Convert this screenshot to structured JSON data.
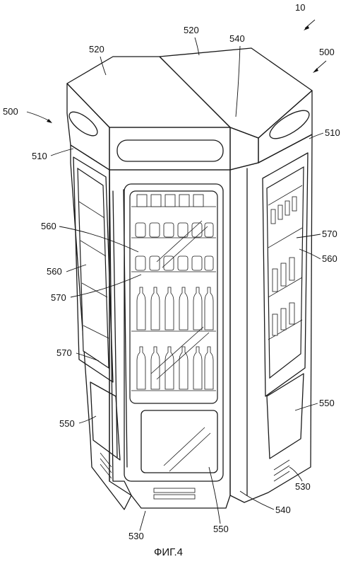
{
  "figure": {
    "caption": "ФИГ.4"
  },
  "labels": {
    "assembly": "10",
    "cabinet_left": "500",
    "cabinet_right": "500",
    "top_left": "520",
    "top_right": "520",
    "corner_top": "540",
    "corner_bottom": "540",
    "side_left": "510",
    "side_right": "510",
    "shelf_front_upper": "560",
    "shelf_side_left": "560",
    "shelf_side_right": "560",
    "rail_front": "570",
    "rail_side_left": "570",
    "rail_side_right": "570",
    "panel_side_left": "550",
    "panel_front": "550",
    "panel_side_right": "550",
    "base_front": "530",
    "base_right": "530"
  }
}
